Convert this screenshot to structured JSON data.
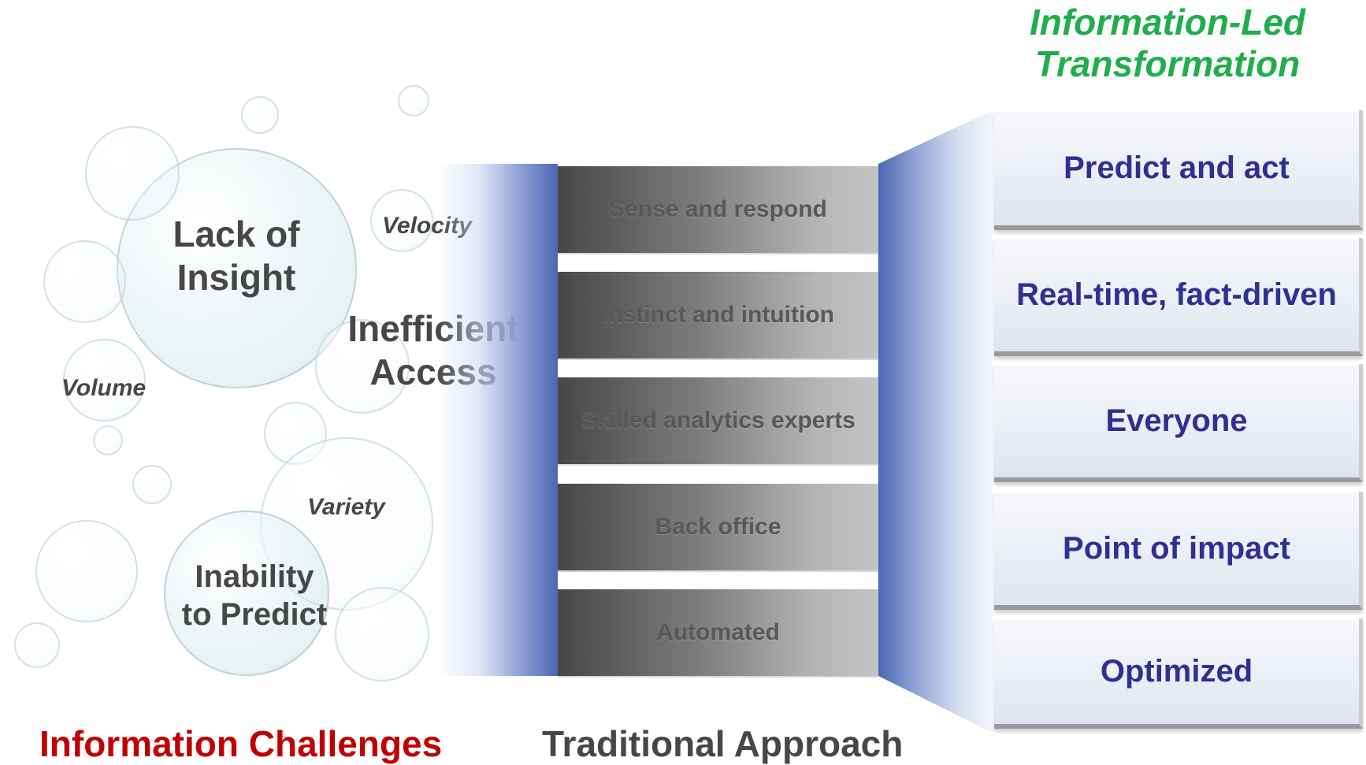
{
  "header": {
    "title_line1": "Information-Led",
    "title_line2": "Transformation"
  },
  "challenges": {
    "lack_of_insight_line1": "Lack of",
    "lack_of_insight_line2": "Insight",
    "inefficient_access_line1": "Inefficient",
    "inefficient_access_line2": "Access",
    "inability_line1": "Inability",
    "inability_line2": "to Predict",
    "velocity": "Velocity",
    "volume": "Volume",
    "variety": "Variety",
    "footer": "Information Challenges"
  },
  "traditional": {
    "items": [
      "Sense and respond",
      "Instinct and intuition",
      "Skilled analytics experts",
      "Back office",
      "Automated"
    ],
    "footer": "Traditional Approach"
  },
  "transformation": {
    "items": [
      "Predict and act",
      "Real-time, fact-driven",
      "Everyone",
      "Point of impact",
      "Optimized"
    ]
  },
  "colors": {
    "title_green": "#1fae4b",
    "challenges_red": "#c00000",
    "target_text_navy": "#2e3192",
    "funnel_blue": "#4c66b0"
  }
}
